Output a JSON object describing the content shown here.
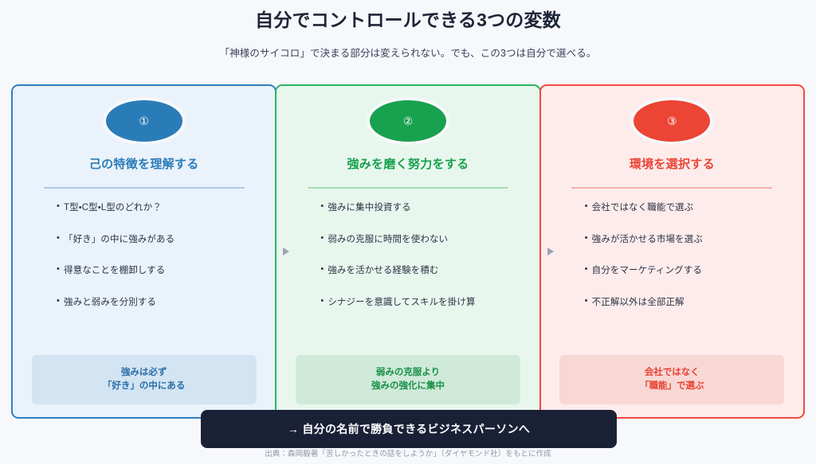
{
  "header": {
    "title": "自分でコントロールできる3つの変数",
    "subtitle": "「神様のサイコロ」で決まる部分は変えられない。でも、この3つは自分で選べる。"
  },
  "colors": {
    "page_background": "#f7f8fb",
    "panel1_accent": "#2a7cb8",
    "panel2_accent": "#18a14e",
    "panel3_accent": "#ec4435",
    "banner_background": "#1a2036"
  },
  "panels": [
    {
      "badge": "①",
      "heading": "己の特徴を理解する",
      "items": [
        "T型・C型・L型のどれか？",
        "「好き」の中に強みがある",
        "得意なことを棚卸しする",
        "強みと弱みを分別する"
      ],
      "highlight_line1": "強みは必ず",
      "highlight_line2": "「好き」の中にある"
    },
    {
      "badge": "②",
      "heading": "強みを磨く努力をする",
      "items": [
        "強みに集中投資する",
        "弱みの克服に時間を使わない",
        "強みを活かせる経験を積む",
        "シナジーを意識してスキルを掛け算"
      ],
      "highlight_line1": "弱みの克服より",
      "highlight_line2": "強みの強化に集中"
    },
    {
      "badge": "③",
      "heading": "環境を選択する",
      "items": [
        "会社ではなく職能で選ぶ",
        "強みが活かせる市場を選ぶ",
        "自分をマーケティングする",
        "不正解以外は全部正解"
      ],
      "highlight_line1": "会社ではなく",
      "highlight_line2": "「職能」で選ぶ"
    }
  ],
  "banner": {
    "text": "→ 自分の名前で勝負できるビジネスパーソンへ"
  },
  "footer": {
    "source": "出典：森岡毅著「苦しかったときの話をしようか」（ダイヤモンド社）をもとに作成"
  }
}
